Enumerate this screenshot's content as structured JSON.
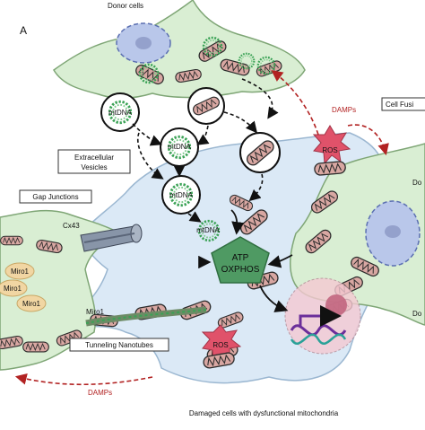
{
  "panel_label": "A",
  "labels": {
    "donor_cells_top": "Donor cells",
    "extracellular_vesicles_line1": "Extracellular",
    "extracellular_vesicles_line2": "Vesicles",
    "gap_junctions": "Gap Junctions",
    "cx43": "Cx43",
    "miro1_a": "Miro1",
    "miro1_b": "Miro1",
    "miro1_c": "Miro1",
    "miro1_tnt": "Miro1",
    "tunneling_nanotubes": "Tunneling Nanotubes",
    "damps_right": "DAMPs",
    "damps_left": "DAMPs",
    "cell_fusion": "Cell Fusi",
    "donor_right_top": "Do",
    "donor_right_bottom": "Do",
    "ros_1": "ROS",
    "ros_2": "ROS",
    "mtdna_1": "mtDNA",
    "mtdna_2": "mtDNA",
    "mtdna_3": "mtDNA",
    "mtdna_4": "mtDNA",
    "atp": "ATP",
    "oxphos": "OXPHOS",
    "caption": "Damaged cells with dysfunctional mitochondria"
  },
  "colors": {
    "donor_cell_fill": "#d9eed3",
    "donor_cell_stroke": "#7fa676",
    "damaged_cell_fill": "#dbe9f6",
    "damaged_cell_stroke": "#9bb7d1",
    "nucleus_fill": "#b9c7ea",
    "nucleus_stroke": "#5b6fb1",
    "mito_fill": "#d8a7a2",
    "mito_stroke": "#2b2b2b",
    "mtdna_ring": "#3aa255",
    "pentagon_fill": "#4f9a63",
    "ros_fill": "#e0526a",
    "damps_arrow": "#b22222",
    "miro_fill": "#f1d6a3",
    "nucleus2_fill": "#f5c9d2",
    "dna_purple": "#6b2e9a"
  }
}
